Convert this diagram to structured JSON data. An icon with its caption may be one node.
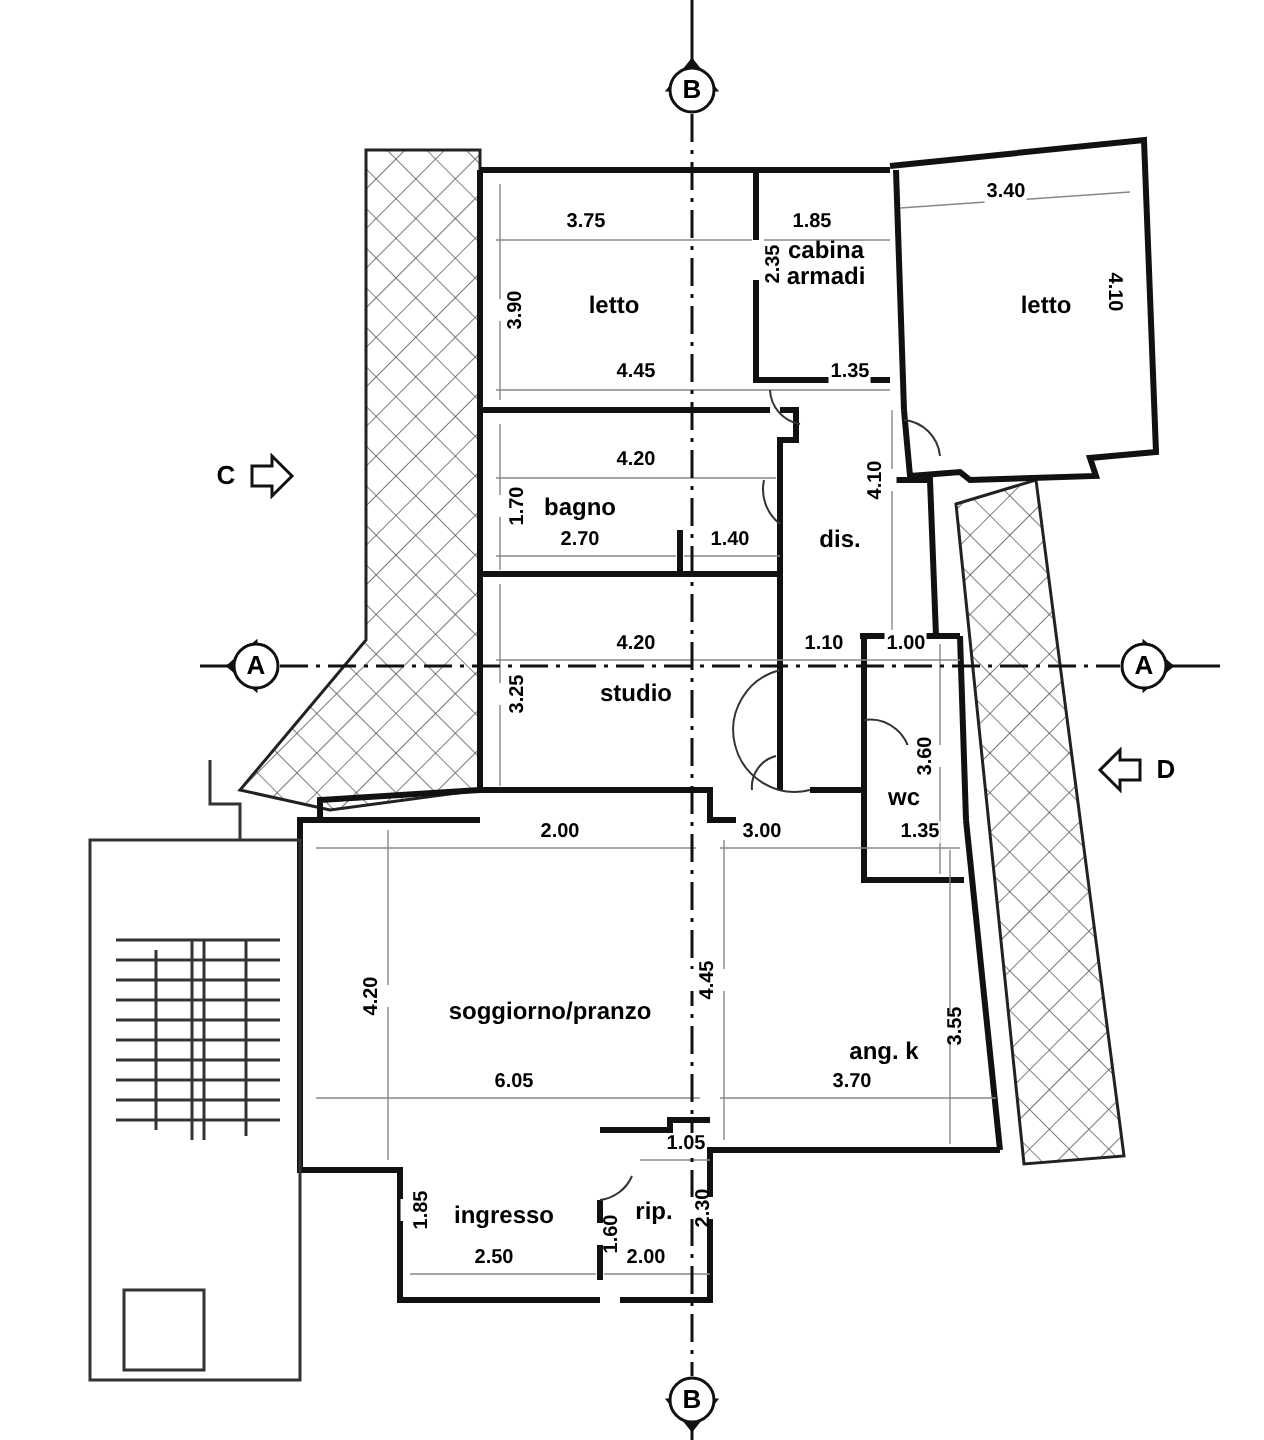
{
  "diagram": {
    "labels": [
      "B",
      "3.75",
      "1.85",
      "3.40",
      "2.35",
      "cabina armadi",
      "3.90",
      "letto",
      "letto",
      "4.10",
      "4.45",
      "1.35",
      "C",
      "4.20",
      "4.10",
      "1.70",
      "bagno",
      "2.70",
      "1.40",
      "dis.",
      "A",
      "4.20",
      "1.10",
      "1.00",
      "A",
      "3.25",
      "studio",
      "3.60",
      "D",
      "wc",
      "2.00",
      "3.00",
      "1.35",
      "4.20",
      "4.45",
      "soggiorno/pranzo",
      "3.55",
      "ang. k",
      "6.05",
      "3.70",
      "1.05",
      "1.85",
      "ingresso",
      "rip.",
      "2.30",
      "1.60",
      "2.50",
      "2.00",
      "B"
    ]
  }
}
